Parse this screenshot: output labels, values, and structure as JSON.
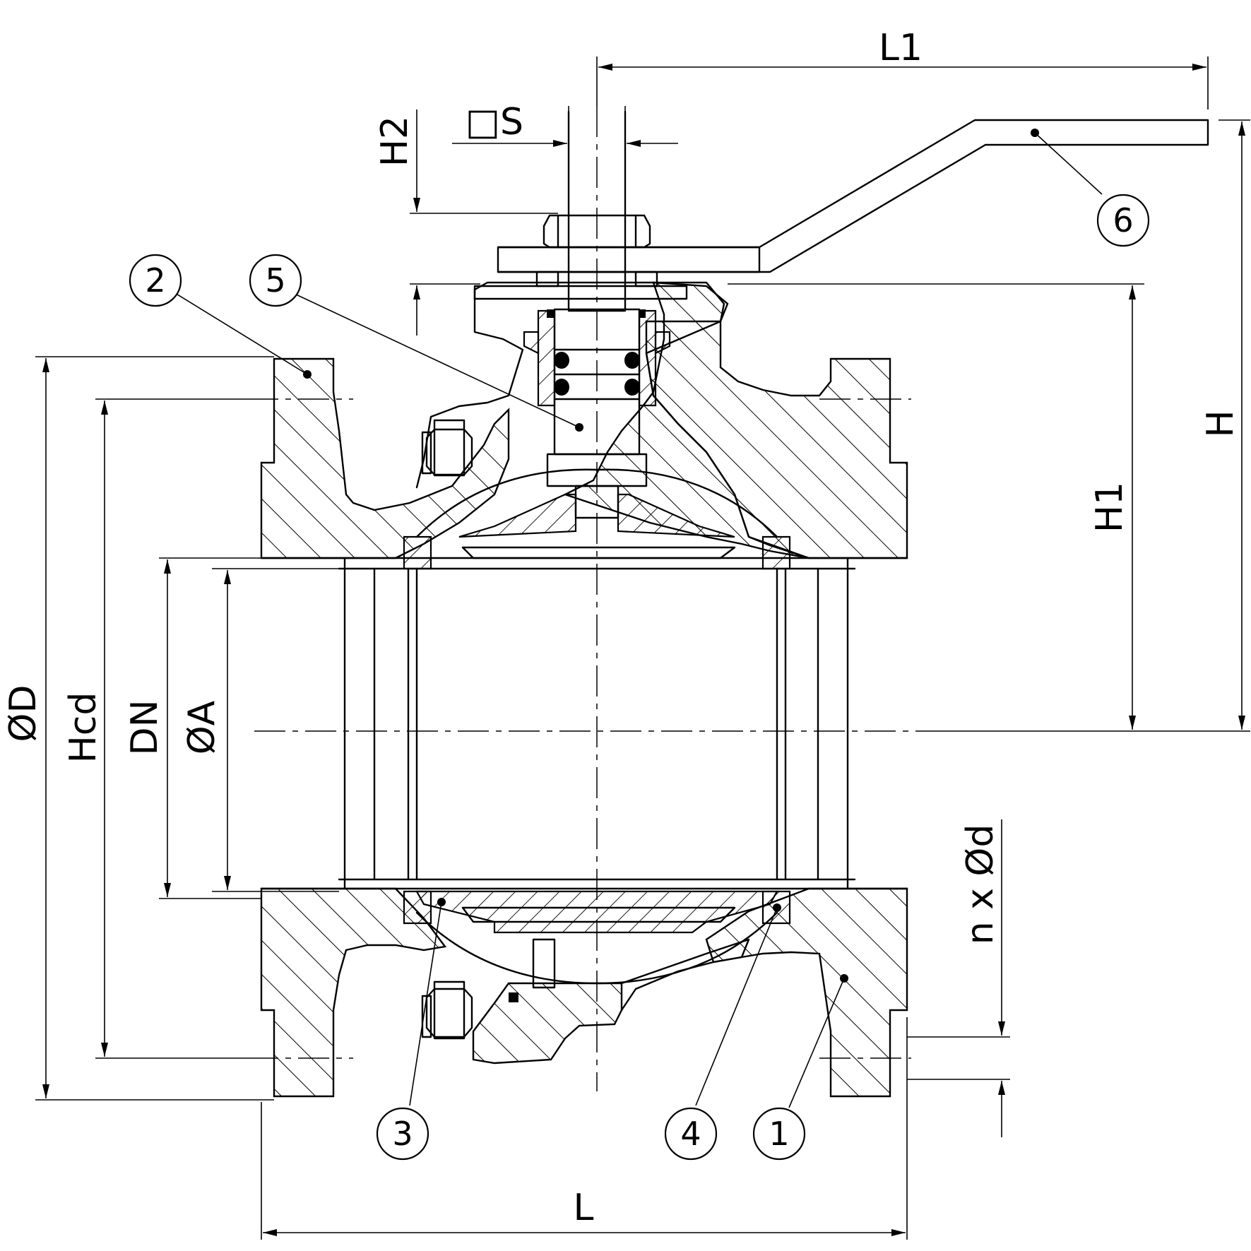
{
  "dimensions": {
    "L": "L",
    "L1": "L1",
    "H": "H",
    "H1": "H1",
    "H2": "H2",
    "S": "□S",
    "D": "ØD",
    "Hcd": "Hcd",
    "DN": "DN",
    "A": "ØA",
    "nd": "n x Ød"
  },
  "balloons": [
    "1",
    "2",
    "3",
    "4",
    "5",
    "6"
  ]
}
